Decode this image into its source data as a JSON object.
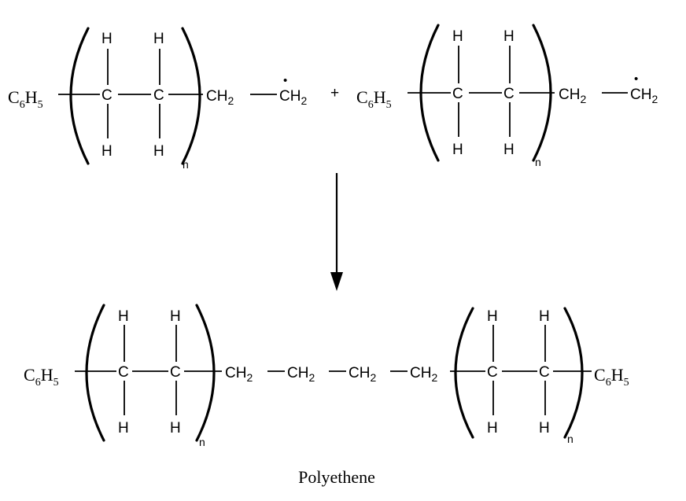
{
  "labels": {
    "phenyl_c": "C",
    "phenyl_c_sub": "6",
    "phenyl_h": "H",
    "phenyl_h_sub": "5",
    "carbon": "C",
    "hydrogen": "H",
    "ch": "CH",
    "ch_sub": "2",
    "repeat_n": "n",
    "plus": "+",
    "radical_dot": "•",
    "product_name": "Polyethene"
  },
  "colors": {
    "ink": "#000000",
    "background": "#ffffff"
  }
}
